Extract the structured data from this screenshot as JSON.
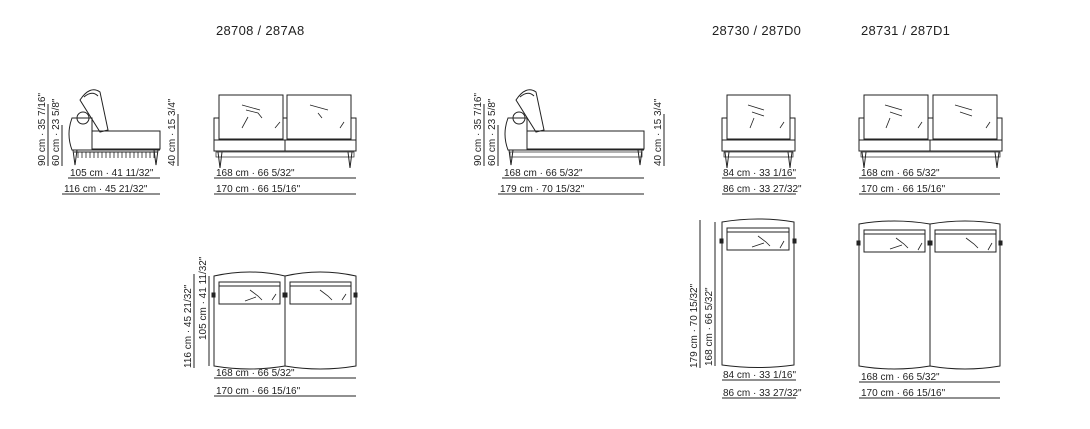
{
  "groups": [
    {
      "code": "28708 / 287A8",
      "side_view": {
        "heights": [
          "90 cm · 35 7/16\"",
          "60 cm · 23 5/8\"",
          "40 cm · 15 3/4\""
        ],
        "depths": [
          "105 cm · 41 11/32\"",
          "116 cm · 45 21/32\""
        ]
      },
      "front_view": {
        "widths": [
          "168 cm · 66 5/32\"",
          "170 cm · 66 15/16\""
        ]
      },
      "top_view": {
        "depths": [
          "116 cm · 45 21/32\"",
          "105 cm · 41 11/32\""
        ],
        "widths": [
          "168 cm · 66 5/32\"",
          "170 cm · 66 15/16\""
        ]
      }
    },
    {
      "code": "",
      "side_view": {
        "heights": [
          "90 cm · 35 7/16\"",
          "60 cm · 23 5/8\"",
          "40 cm · 15 3/4\""
        ],
        "depths": [
          "168 cm · 66 5/32\"",
          "179 cm · 70 15/32\""
        ]
      }
    },
    {
      "code": "28730 / 287D0",
      "front_view": {
        "widths": [
          "84 cm · 33 1/16\"",
          "86 cm · 33 27/32\""
        ]
      },
      "top_view": {
        "depths": [
          "179 cm · 70 15/32\"",
          "168 cm · 66 5/32\""
        ],
        "widths": [
          "84 cm · 33 1/16\"",
          "86 cm · 33 27/32\""
        ]
      }
    },
    {
      "code": "28731 / 287D1",
      "front_view": {
        "widths": [
          "168 cm · 66 5/32\"",
          "170 cm · 66 15/16\""
        ]
      },
      "top_view": {
        "widths": [
          "168 cm · 66 5/32\"",
          "170 cm · 66 15/16\""
        ]
      }
    }
  ]
}
